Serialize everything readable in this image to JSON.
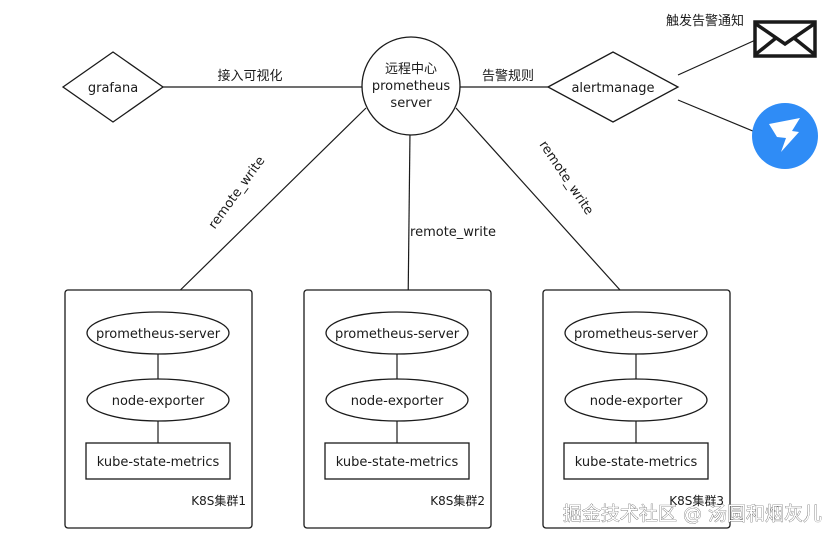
{
  "center": {
    "line1": "远程中心",
    "line2": "prometheus",
    "line3": "server"
  },
  "grafana": {
    "label": "grafana"
  },
  "alertmanager": {
    "label": "alertmanage"
  },
  "edges": {
    "grafana_label": "接入可视化",
    "alert_label": "告警规则",
    "notify_label": "触发告警通知",
    "rw1": "remote_write",
    "rw2": "remote_write",
    "rw3": "remote_write"
  },
  "icons": {
    "mail": "envelope-icon",
    "dingtalk": "dingtalk-icon"
  },
  "clusters": [
    {
      "name": "K8S集群1",
      "prom": "prometheus-server",
      "node": "node-exporter",
      "ksm": "kube-state-metrics"
    },
    {
      "name": "K8S集群2",
      "prom": "prometheus-server",
      "node": "node-exporter",
      "ksm": "kube-state-metrics"
    },
    {
      "name": "K8S集群3",
      "prom": "prometheus-server",
      "node": "node-exporter",
      "ksm": "kube-state-metrics"
    }
  ],
  "watermark": "掘金技术社区 @ 汤圆和烟灰儿",
  "colors": {
    "dingtalk_blue": "#2f8cf6",
    "line": "#1a1a1a"
  }
}
